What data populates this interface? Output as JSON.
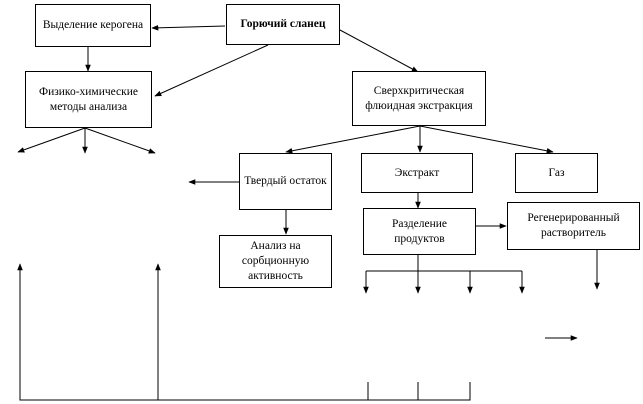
{
  "nodes": {
    "oil_shale": "Горючий сланец",
    "kerogen_isolation": "Выделение керогена",
    "physchem_methods": "Физико-химические методы анализа",
    "sfe": "Сверхкритическая флюидная экстракция",
    "solid_residue": "Твердый остаток",
    "extract": "Экстракт",
    "gas": "Газ",
    "product_separation": "Разделение продуктов",
    "regenerated_solvent": "Регенерированный растворитель",
    "sorption_analysis": "Анализ на сорбционную активность"
  }
}
